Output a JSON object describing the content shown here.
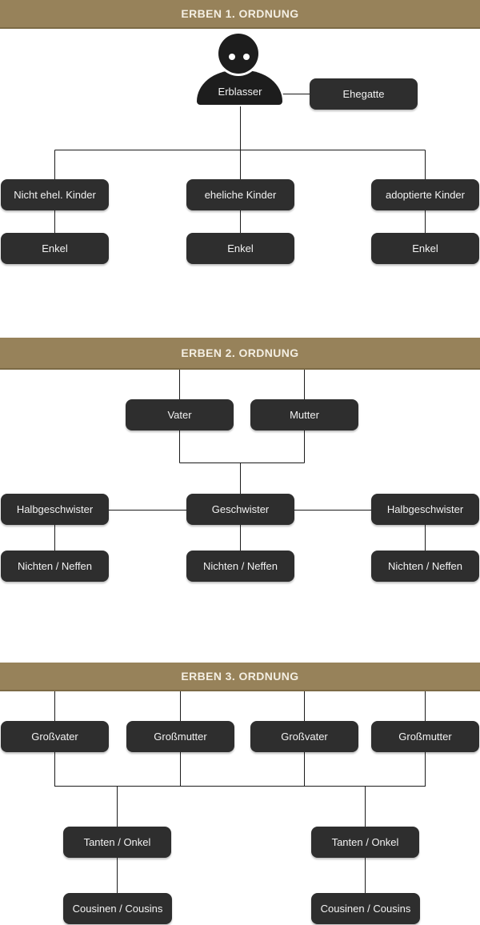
{
  "colors": {
    "page_bg": "#ffffff",
    "band_bg": "#97825a",
    "band_border": "#7c6a45",
    "band_text": "#f4efe3",
    "node_bg": "#2e2e2e",
    "node_text": "#f2f2f2",
    "line": "#1b1b1b",
    "icon_color": "#1d1d1d"
  },
  "icons": {
    "erblasser_icon": "person-silhouette"
  },
  "sections": [
    {
      "title": "ERBEN 1. ORDNUNG",
      "nodes": {
        "erblasser": "Erblasser",
        "ehegatte": "Ehegatte",
        "children": [
          "Nicht ehel. Kinder",
          "eheliche Kinder",
          "adoptierte Kinder"
        ],
        "grandchildren": [
          "Enkel",
          "Enkel",
          "Enkel"
        ]
      }
    },
    {
      "title": "ERBEN 2. ORDNUNG",
      "nodes": {
        "parents": [
          "Vater",
          "Mutter"
        ],
        "siblings": [
          "Halbgeschwister",
          "Geschwister",
          "Halbgeschwister"
        ],
        "nieces_nephews": [
          "Nichten / Neffen",
          "Nichten / Neffen",
          "Nichten / Neffen"
        ]
      }
    },
    {
      "title": "ERBEN 3. ORDNUNG",
      "nodes": {
        "grandparents": [
          "Großvater",
          "Großmutter",
          "Großvater",
          "Großmutter"
        ],
        "aunts_uncles": [
          "Tanten / Onkel",
          "Tanten / Onkel"
        ],
        "cousins": [
          "Cousinen / Cousins",
          "Cousinen / Cousins"
        ]
      }
    }
  ]
}
